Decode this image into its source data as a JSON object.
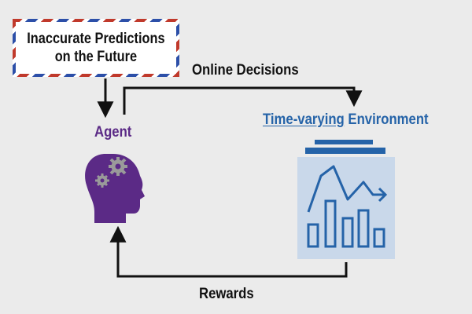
{
  "prediction_box": {
    "text": "Inaccurate Predictions\non the Future"
  },
  "labels": {
    "online_decisions": "Online Decisions",
    "agent": "Agent",
    "environment_underlined": "Time-varying",
    "environment_rest": " Environment",
    "rewards": "Rewards"
  },
  "colors": {
    "background": "#ebebeb",
    "agent_purple": "#5b2a86",
    "environment_blue": "#2563a8",
    "panel_fill": "#c9d8ea",
    "arrow": "#111111"
  },
  "icons": {
    "agent": "head-with-gears-icon",
    "environment": "server-chart-icon"
  }
}
